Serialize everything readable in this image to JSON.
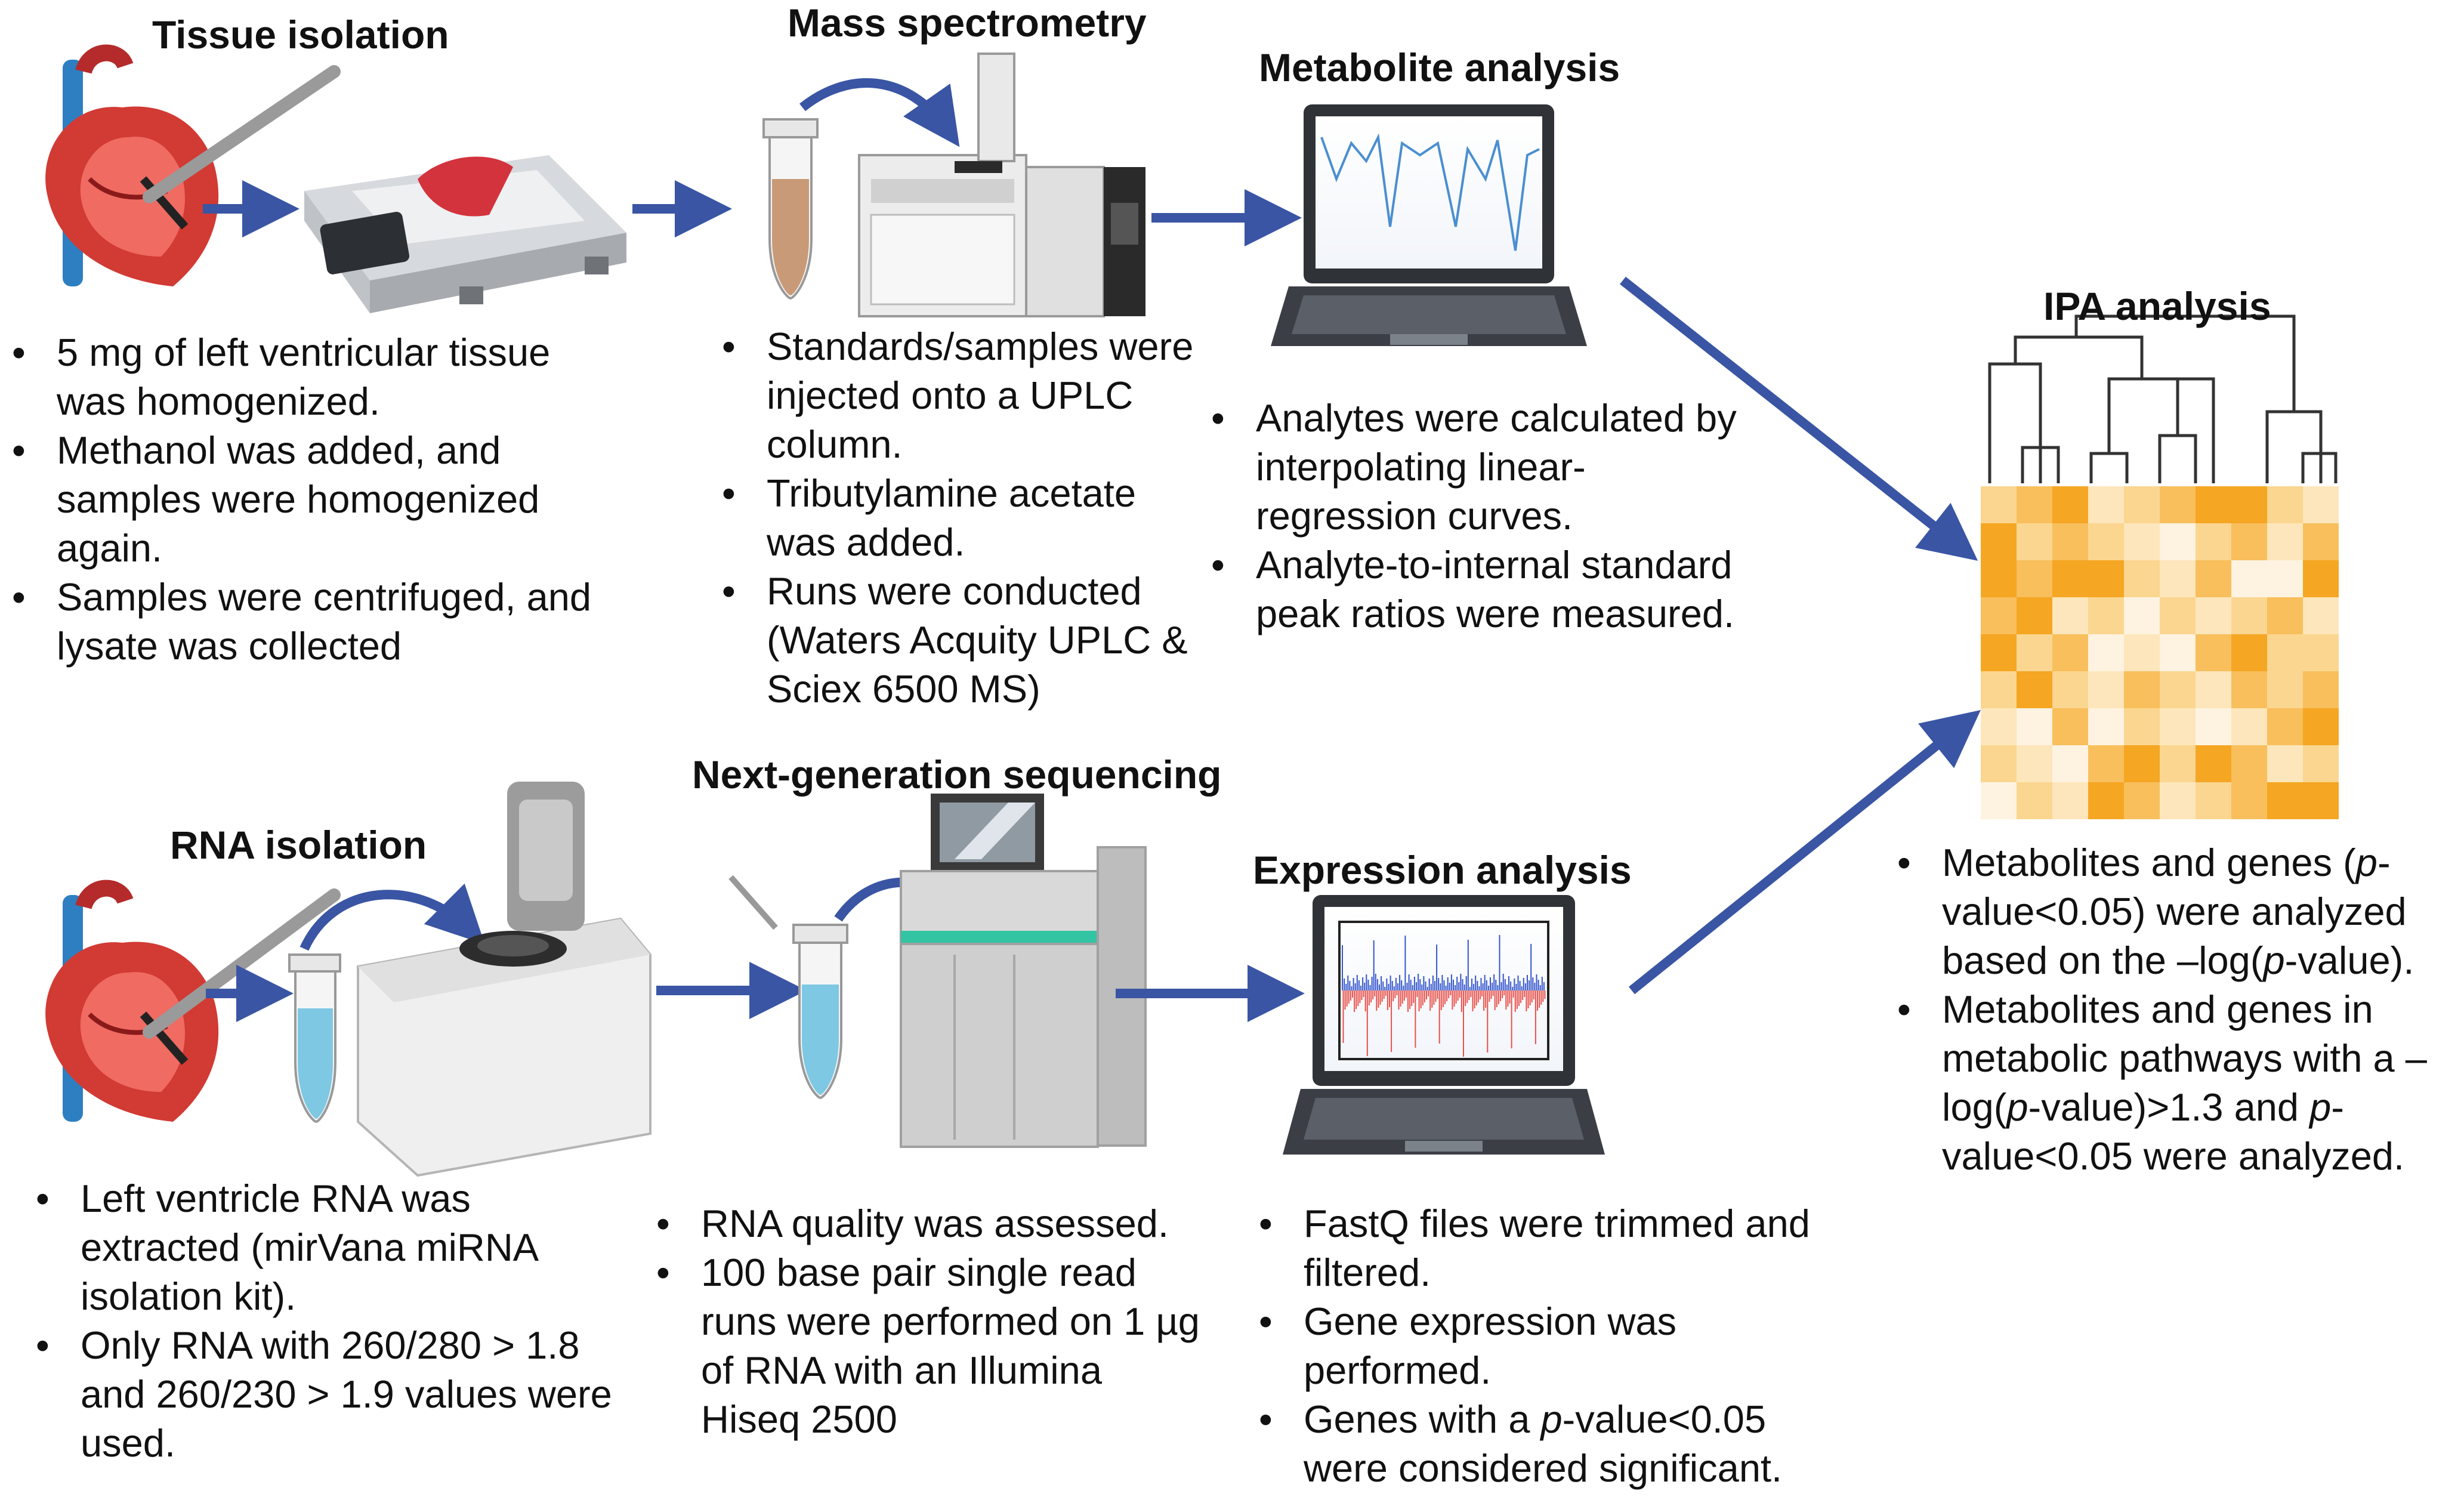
{
  "titles": {
    "tissue": "Tissue isolation",
    "mass": "Mass spectrometry",
    "metabolite": "Metabolite analysis",
    "ipa": "IPA analysis",
    "rna": "RNA isolation",
    "ngs": "Next-generation sequencing",
    "expression": "Expression analysis"
  },
  "tissue_bullets": [
    "5 mg of left ventricular tissue was homogenized.",
    "Methanol was added, and samples were homogenized again.",
    "Samples were centrifuged, and lysate was collected"
  ],
  "mass_bullets": [
    "Standards/samples were injected onto a UPLC column.",
    "Tributylamine acetate was added.",
    "Runs were conducted (Waters Acquity UPLC & Sciex 6500 MS)"
  ],
  "metabolite_bullets": [
    "Analytes were calculated by interpolating linear-regression curves.",
    "Analyte-to-internal standard peak ratios were measured."
  ],
  "ipa_bullets": {
    "b1_a": "Metabolites and genes (",
    "b1_p": "p",
    "b1_b": "-value<0.05) were analyzed based on the –log(",
    "b1_p2": "p",
    "b1_c": "-value).",
    "b2_a": "Metabolites and genes in metabolic pathways with a –log(",
    "b2_p": "p",
    "b2_b": "-value)>1.3 and ",
    "b2_p2": "p",
    "b2_c": "-value<0.05 were analyzed."
  },
  "rna_bullets": [
    "Left ventricle RNA was extracted (mirVana miRNA isolation kit).",
    "Only RNA with 260/280 > 1.8 and 260/230 > 1.9 values were used."
  ],
  "ngs_bullets": [
    "RNA quality was assessed.",
    "100 base pair single read runs were performed on 1 µg of RNA with an Illumina Hiseq 2500"
  ],
  "expression_bullets": {
    "b1": "FastQ files were trimmed and filtered.",
    "b2": "Gene expression was performed.",
    "b3_a": "Genes with a ",
    "b3_p": "p",
    "b3_b": "-value<0.05 were considered significant."
  },
  "icons": [
    "heart-icon",
    "scale-icon",
    "sample-tube-icon",
    "mass-spectrometer-icon",
    "laptop-icon",
    "rna-isolation-instrument-icon",
    "sequencer-icon",
    "heatmap-dendrogram-icon"
  ],
  "colors": {
    "arrow": "#3a55a4",
    "heatmap_dark": "#f5a623",
    "heatmap_light": "#fdf3e1",
    "spectrum": "#4a8fd0",
    "expr_red": "#e8504a",
    "expr_blue": "#3355cc"
  }
}
